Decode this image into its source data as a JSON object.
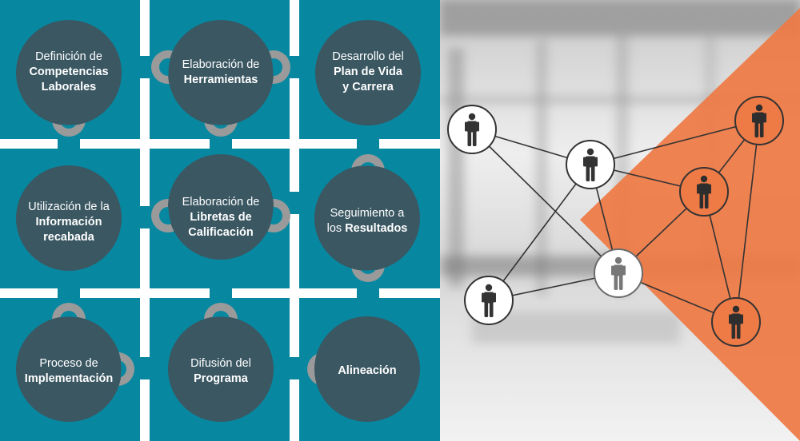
{
  "colors": {
    "teal": "#0888a0",
    "circle": "#3a5762",
    "connector": "#9a9a9a",
    "orange": "#ee7a45",
    "node_dark": "#333333"
  },
  "pieces": [
    {
      "id": "p1",
      "lines": [
        {
          "t": "Definición de",
          "b": false
        },
        {
          "t": "Competencias",
          "b": true
        },
        {
          "t": "Laborales",
          "b": true
        }
      ]
    },
    {
      "id": "p2",
      "lines": [
        {
          "t": "Elaboración de",
          "b": false
        },
        {
          "t": "Herramientas",
          "b": true
        }
      ]
    },
    {
      "id": "p3",
      "lines": [
        {
          "t": "Desarrollo del",
          "b": false
        },
        {
          "t": "Plan de Vida",
          "b": true
        },
        {
          "t": "y Carrera",
          "b": true
        }
      ]
    },
    {
      "id": "p4",
      "lines": [
        {
          "t": "Utilización de la",
          "b": false
        },
        {
          "t": "Información",
          "b": true
        },
        {
          "t": "recabada",
          "b": true
        }
      ]
    },
    {
      "id": "p5",
      "lines": [
        {
          "t": "Elaboración de",
          "b": false
        },
        {
          "t": "Libretas de",
          "b": true
        },
        {
          "t": "Calificación",
          "b": true
        }
      ]
    },
    {
      "id": "p6",
      "lines": [
        {
          "t": "Seguimiento a",
          "b": false
        },
        {
          "t": "los",
          "b": false,
          "inline_bold": "Resultados"
        }
      ]
    },
    {
      "id": "p7",
      "lines": [
        {
          "t": "Proceso de",
          "b": false
        },
        {
          "t": "Implementación",
          "b": true
        }
      ]
    },
    {
      "id": "p8",
      "lines": [
        {
          "t": "Difusión del",
          "b": false
        },
        {
          "t": "Programa",
          "b": true
        }
      ]
    },
    {
      "id": "p9",
      "lines": [
        {
          "t": "Alineación",
          "b": true
        }
      ]
    }
  ],
  "network": {
    "nodes": [
      {
        "id": "n1",
        "style": "white-dark"
      },
      {
        "id": "n2",
        "style": "white-dark"
      },
      {
        "id": "n3",
        "style": "white-gray"
      },
      {
        "id": "n4",
        "style": "white-dark"
      },
      {
        "id": "n5",
        "style": "orange"
      },
      {
        "id": "n6",
        "style": "orange"
      },
      {
        "id": "n7",
        "style": "orange"
      }
    ],
    "edges": [
      [
        "n1",
        "n2"
      ],
      [
        "n1",
        "n3"
      ],
      [
        "n2",
        "n3"
      ],
      [
        "n2",
        "n4"
      ],
      [
        "n2",
        "n5"
      ],
      [
        "n2",
        "n6"
      ],
      [
        "n3",
        "n4"
      ],
      [
        "n3",
        "n5"
      ],
      [
        "n3",
        "n7"
      ],
      [
        "n6",
        "n5"
      ],
      [
        "n6",
        "n7"
      ],
      [
        "n5",
        "n7"
      ]
    ]
  }
}
